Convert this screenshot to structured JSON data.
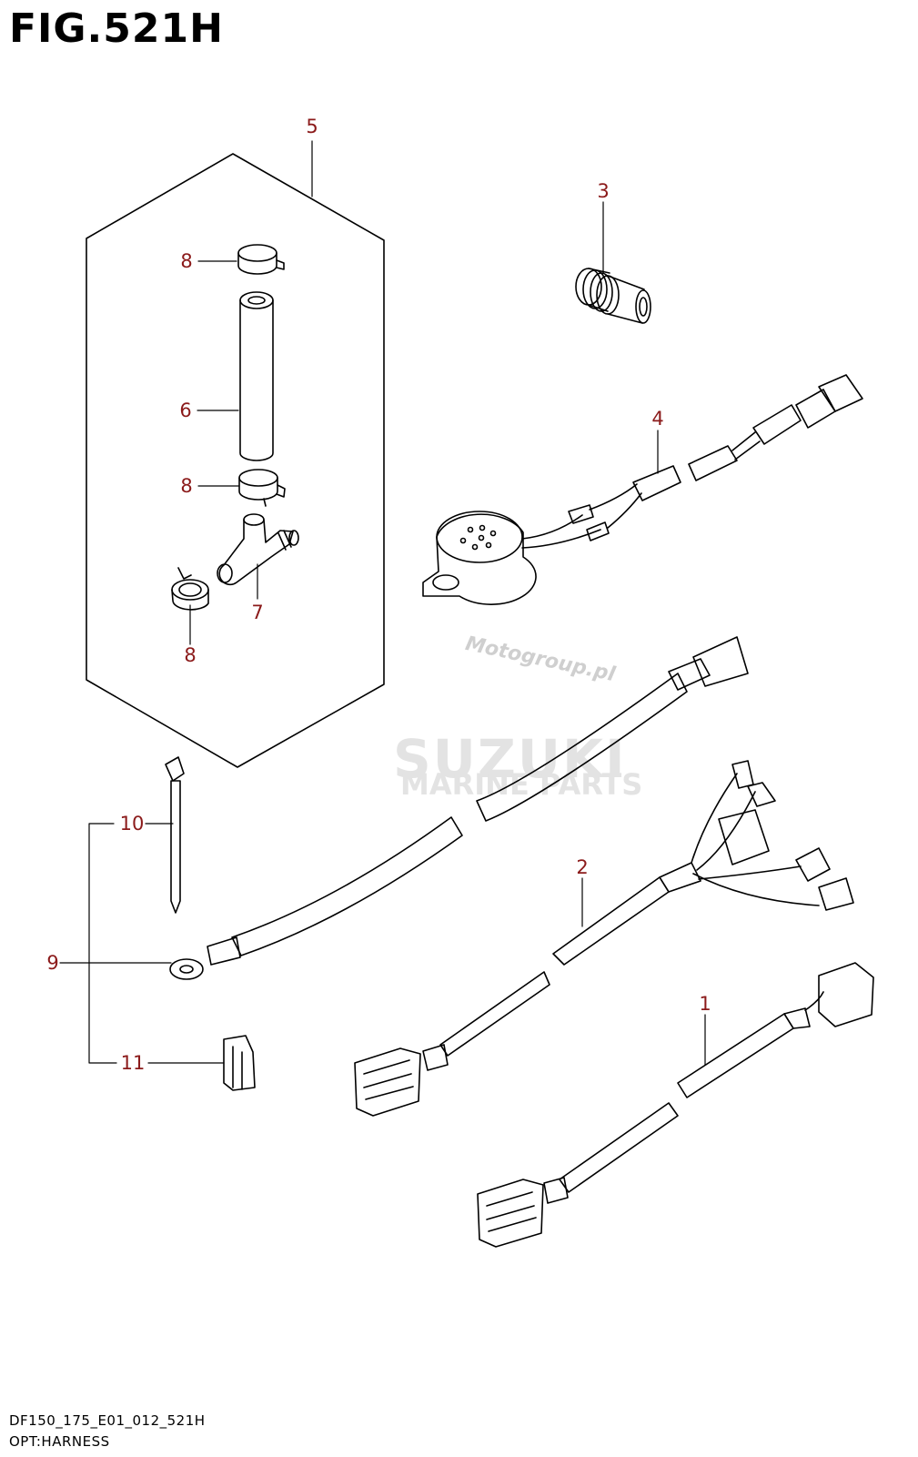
{
  "figure": {
    "title": "FIG.521H",
    "code": "DF150_175_E01_012_521H",
    "name": "OPT:HARNESS"
  },
  "watermarks": {
    "moto": "Motogroup.pl",
    "brand_line1": "SUZUKI",
    "brand_line2": "MARINE PARTS"
  },
  "callouts": [
    {
      "id": "1",
      "label": "1"
    },
    {
      "id": "2",
      "label": "2"
    },
    {
      "id": "3",
      "label": "3"
    },
    {
      "id": "4",
      "label": "4"
    },
    {
      "id": "5",
      "label": "5"
    },
    {
      "id": "6",
      "label": "6"
    },
    {
      "id": "7",
      "label": "7"
    },
    {
      "id": "8a",
      "label": "8"
    },
    {
      "id": "8b",
      "label": "8"
    },
    {
      "id": "8c",
      "label": "8"
    },
    {
      "id": "9",
      "label": "9"
    },
    {
      "id": "10",
      "label": "10"
    },
    {
      "id": "11",
      "label": "11"
    }
  ],
  "colors": {
    "line": "#000000",
    "callout": "#8b1a1a",
    "watermark": "#d6d6d6"
  }
}
